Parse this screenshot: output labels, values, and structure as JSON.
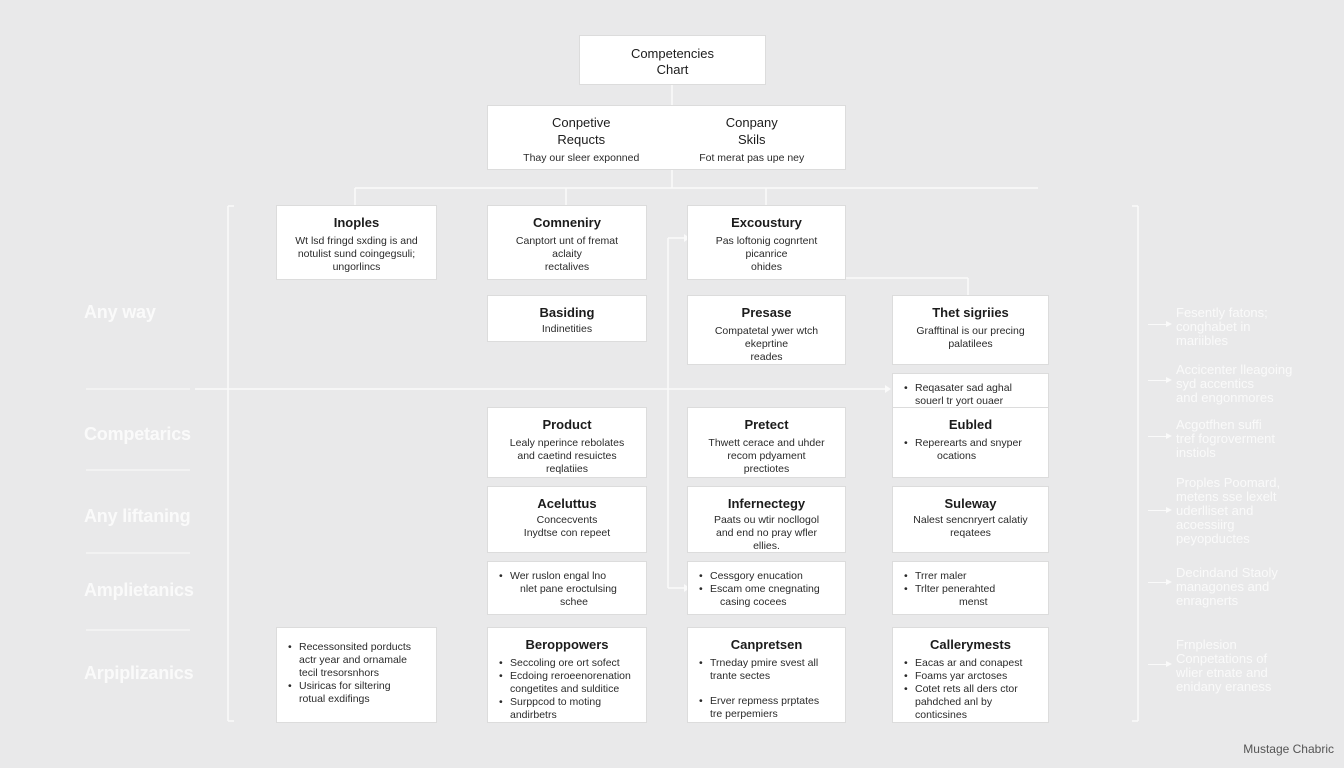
{
  "title": {
    "line1": "Competencies",
    "line2": "Chart"
  },
  "top_pair": {
    "left": {
      "line1": "Conpetive",
      "line2": "Requcts",
      "desc": "Thay our sleer exponned"
    },
    "right": {
      "line1": "Conpany",
      "line2": "Skils",
      "desc": "Fot merat pas upe ney"
    }
  },
  "boxes": {
    "inoplas": {
      "title": "Inoples",
      "desc": [
        "Wt lsd fringd sxding is and",
        "notulist sund coingegsuli;",
        "ungorlincs"
      ]
    },
    "comneniry": {
      "title": "Comneniry",
      "desc": [
        "Canptort unt of fremat",
        "aclaity",
        "rectalives"
      ]
    },
    "excoustury": {
      "title": "Excoustury",
      "desc": [
        "Pas loftonig cognrtent",
        "picanrice",
        "ohides"
      ]
    },
    "basiding": {
      "title": "Basiding",
      "desc": [
        "Indinetities"
      ]
    },
    "presase": {
      "title": "Presase",
      "desc": [
        "Compatetal ywer wtch",
        "ekeprtine",
        "reades"
      ]
    },
    "thet_sigriies": {
      "title": "Thet sigriies",
      "desc": [
        "Grafftinal is our precing",
        "palatilees"
      ]
    },
    "reprsater": {
      "bullets": [
        "Reqasater sad aghal"
      ],
      "cont": [
        "souerl tr yort ouaer"
      ]
    },
    "product": {
      "title": "Product",
      "desc": [
        "Lealy nperince rebolates",
        "and caetind resuictes",
        "reqlatiies"
      ]
    },
    "pretect": {
      "title": "Pretect",
      "desc": [
        "Thwett cerace and uhder",
        "recom pdyament",
        "prectiotes"
      ]
    },
    "eubled": {
      "title": "Eubled",
      "bullets": [
        "Reperearts and snyper"
      ],
      "cont": [
        "ocations"
      ]
    },
    "aceluttus": {
      "title": "Aceluttus",
      "desc": [
        "Concecvents",
        "Inydtse con repeet"
      ]
    },
    "infernectegy": {
      "title": "Infernectegy",
      "desc": [
        "Paats ou wtir nocllogol",
        "and end no pray wfler",
        "ellies."
      ]
    },
    "suleway": {
      "title": "Suleway",
      "desc": [
        "Nalest sencnryert calatiy",
        "reqatees"
      ]
    },
    "wer_ruslon": {
      "bullets": [
        "Wer ruslon engal lno"
      ],
      "cont": [
        "nlet pane eroctulsing",
        "schee"
      ]
    },
    "cessgory": {
      "bullets": [
        "Cessgory enucation",
        "Escam ome cnegnating"
      ],
      "cont": [
        "casing cocees"
      ]
    },
    "trer_maler": {
      "bullets": [
        "Trrer maler",
        "Trlter penerahted"
      ],
      "cont": [
        "menst"
      ]
    },
    "recessonsed": {
      "bullets": [
        "Recessonsited porducts",
        "actr year and ornamale"
      ],
      "cont": [
        "tecil tresorsnhors"
      ],
      "bullets2": [
        "Usiricas for siltering"
      ],
      "cont2": [
        "rotual exdifings"
      ]
    },
    "beroppowers": {
      "title": "Beroppowers",
      "bullets": [
        "Seccoling ore ort sofect",
        "Ecdoing reroeenorenation",
        "congetites and sulditice",
        "Surppcod to moting"
      ],
      "cont": [
        "andirbetrs"
      ]
    },
    "canpretsen": {
      "title": "Canpretsen",
      "bullets": [
        "Trneday pmire svest all"
      ],
      "cont": [
        "trante sectes"
      ],
      "bullets2": [
        "Erver repmess prptates"
      ],
      "cont2": [
        "tre perpemiers"
      ]
    },
    "callerymests": {
      "title": "Callerymests",
      "bullets": [
        "Eacas ar and conapest",
        "Foams yar arctoses",
        "Cotet rets all ders ctor"
      ],
      "cont": [
        "pahdched anl by",
        "conticsines"
      ]
    }
  },
  "left_labels": [
    "Any way",
    "Competarics",
    "Any liftaning",
    "Amplietanics",
    "Arpiplizanics"
  ],
  "right_notes": [
    [
      "Fesently fatons;",
      "conghabet in",
      "mariibles"
    ],
    [
      "Accicenter lleagoing",
      "syd accentics",
      "and engonmores"
    ],
    [
      "Acgotfhen suffi",
      "tref fogroverment",
      "instiols"
    ],
    [
      "Proples Poomard,",
      "metens sse lexelt",
      "uderlliset and",
      "acoessiirg",
      "peyopductes"
    ],
    [
      "Decindand Staoly",
      "managones and",
      "enragnerts"
    ],
    [
      "Frnplesion",
      "Conpetations of",
      "wlier etnate and",
      "enidany eraness"
    ]
  ],
  "watermark": "Mustage Chabric"
}
